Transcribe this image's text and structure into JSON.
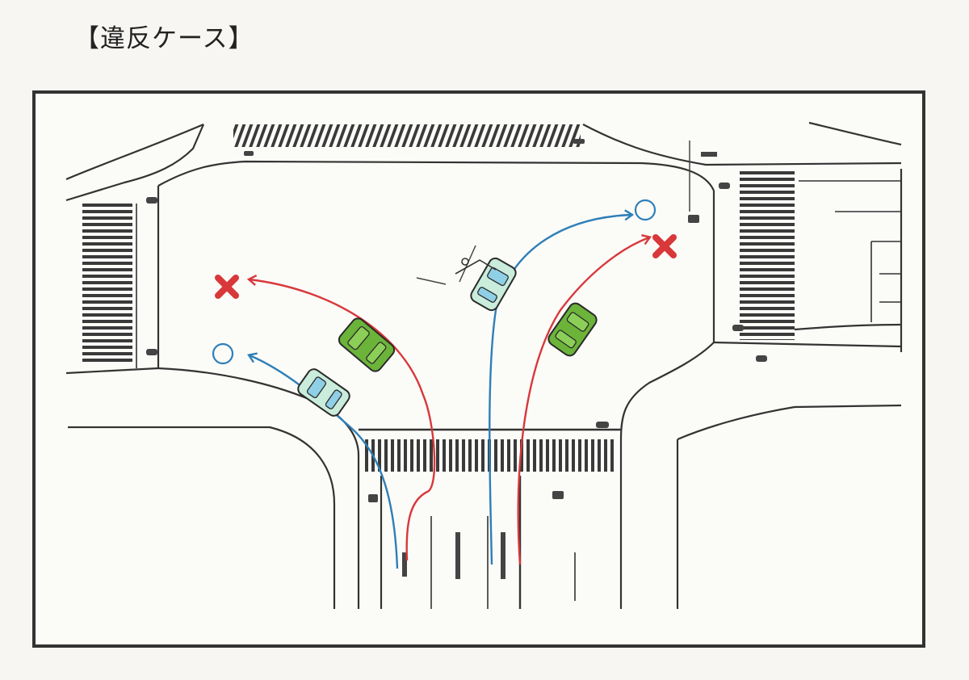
{
  "title": "【違反ケース】",
  "legend": {
    "ok_mark": "○",
    "ng_mark": "✖"
  },
  "colors": {
    "correct_path": "#2e7fb8",
    "violation_path": "#d8383a",
    "violation_mark": "#d8383a",
    "car_correct": "#c9ecdc",
    "car_violation": "#6cb33a",
    "road_line": "#333333",
    "crosswalk": "#333333"
  },
  "paths": [
    {
      "id": "left-turn-correct",
      "maneuver": "left-turn",
      "status": "correct",
      "mark": "circle"
    },
    {
      "id": "left-turn-violation",
      "maneuver": "left-turn",
      "status": "violation",
      "mark": "cross"
    },
    {
      "id": "right-turn-correct",
      "maneuver": "right-turn",
      "status": "correct",
      "mark": "circle"
    },
    {
      "id": "right-turn-violation",
      "maneuver": "right-turn",
      "status": "violation",
      "mark": "cross"
    }
  ]
}
